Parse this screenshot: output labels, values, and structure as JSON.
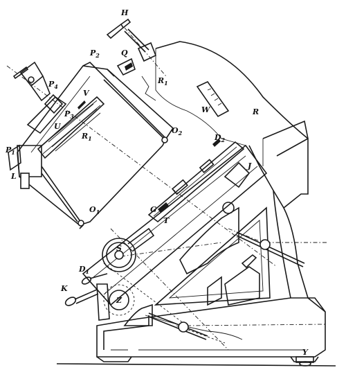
{
  "labels": {
    "H": "H",
    "Q": "Q",
    "P2": "P",
    "P2_sub": "2",
    "P4": "P",
    "P4_sub": "4",
    "V": "V",
    "R1_top": "R",
    "R1_top_sub": "1",
    "W": "W",
    "R": "R",
    "P3": "P",
    "P3_sub": "3",
    "U": "U",
    "R1_mid": "R",
    "R1_mid_sub": "1",
    "O2": "O",
    "O2_sub": "2",
    "P1": "P",
    "P1_sub": "1",
    "D2": "D",
    "D2_sub": "2",
    "J": "J",
    "L": "L",
    "G": "G",
    "T": "T",
    "O1": "O",
    "O1_sub": "1",
    "S": "S",
    "D1": "D",
    "D1_sub": "1",
    "K": "K",
    "Z": "Z",
    "Y": "Y"
  },
  "colors": {
    "ink": "#1a1a1a",
    "paper": "#ffffff"
  }
}
